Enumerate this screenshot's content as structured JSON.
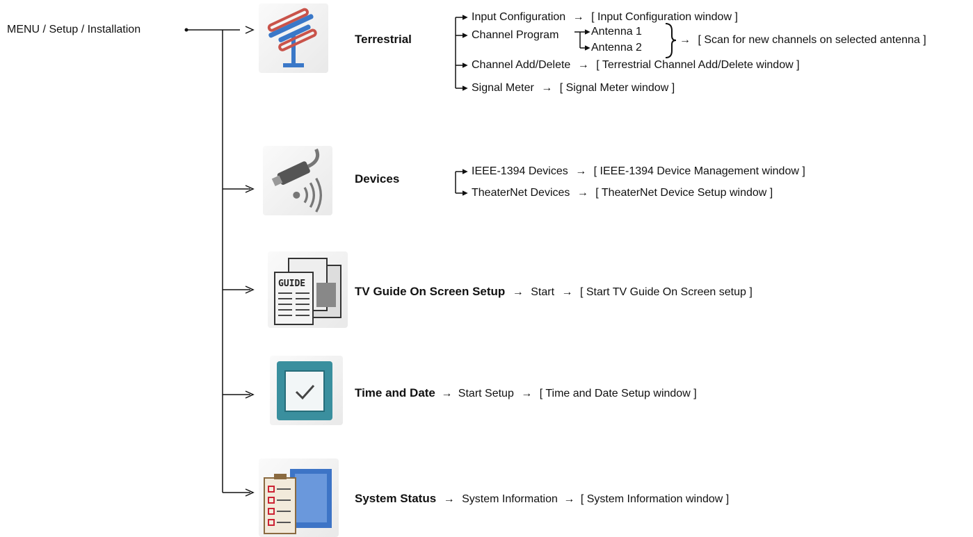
{
  "root": {
    "label": "MENU / Setup / Installation"
  },
  "arrow": "→",
  "sections": [
    {
      "title": "Terrestrial",
      "icon": "antenna-icon",
      "items": [
        {
          "label": "Input Configuration",
          "result": "[ Input Configuration window ]"
        },
        {
          "label": "Channel Program",
          "sub": [
            "Antenna 1",
            "Antenna 2"
          ],
          "result": "[ Scan for new channels on selected antenna ]"
        },
        {
          "label": "Channel Add/Delete",
          "result": "[ Terrestrial Channel Add/Delete window ]"
        },
        {
          "label": "Signal Meter",
          "result": "[ Signal Meter window ]"
        }
      ]
    },
    {
      "title": "Devices",
      "icon": "device-plug-icon",
      "items": [
        {
          "label": "IEEE-1394 Devices",
          "result": "[ IEEE-1394 Device Management window ]"
        },
        {
          "label": "TheaterNet Devices",
          "result": "[ TheaterNet Device Setup window ]"
        }
      ]
    },
    {
      "title": "TV Guide On Screen Setup",
      "icon": "guide-newspaper-icon",
      "step": "Start",
      "result": "[ Start TV Guide On Screen setup ]"
    },
    {
      "title": "Time and Date",
      "icon": "clock-window-icon",
      "step": "Start Setup",
      "result": "[ Time and Date Setup window ]"
    },
    {
      "title": "System Status",
      "icon": "status-checklist-icon",
      "step": "System Information",
      "result": "[ System Information window ]"
    }
  ]
}
